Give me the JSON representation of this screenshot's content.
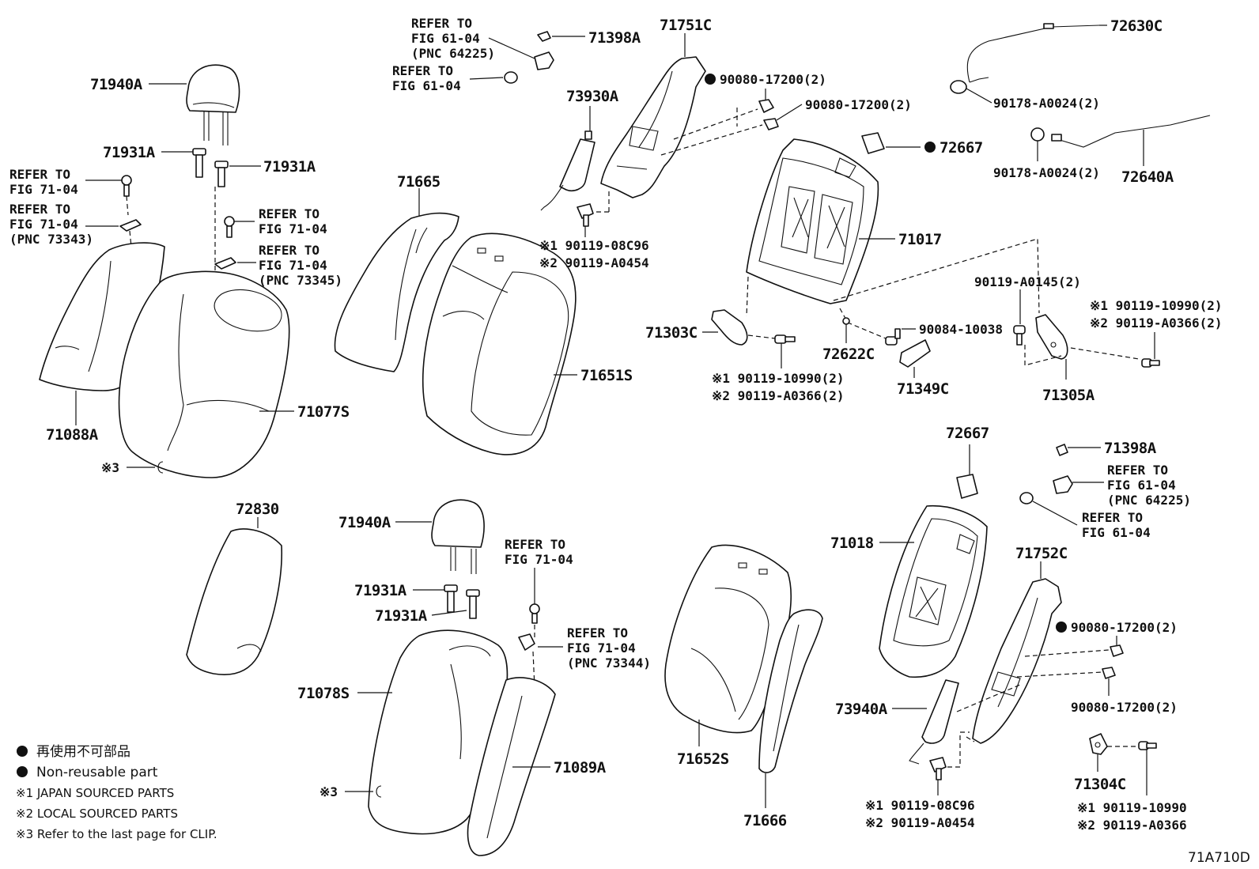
{
  "labels": {
    "p71940A_top": "71940A",
    "p71931A_l": "71931A",
    "p71931A_r": "71931A",
    "ref_7104_a1": "REFER TO",
    "ref_7104_a2": "FIG 71-04",
    "ref_73343_1": "REFER TO",
    "ref_73343_2": "FIG 71-04",
    "ref_73343_3": "(PNC 73343)",
    "ref_7104_b1": "REFER TO",
    "ref_7104_b2": "FIG 71-04",
    "ref_73345_1": "REFER TO",
    "ref_73345_2": "FIG 71-04",
    "ref_73345_3": "(PNC 73345)",
    "p71088A": "71088A",
    "p71077S": "71077S",
    "clip_top": "※3",
    "p71665": "71665",
    "p71651S": "71651S",
    "ref_64225_t1": "REFER TO",
    "ref_64225_t2": "FIG 61-04",
    "ref_64225_t3": "(PNC 64225)",
    "ref_6104_t1": "REFER TO",
    "ref_6104_t2": "FIG 61-04",
    "p71398A_top": "71398A",
    "p71751C": "71751C",
    "p73930A": "73930A",
    "p90080_a": "90080-17200(2)",
    "p90080_b": "90080-17200(2)",
    "p90119_08C96_top": "※1 90119-08C96",
    "p90119_A0454_top": "※2 90119-A0454",
    "p72630C": "72630C",
    "p90178_a": "90178-A0024(2)",
    "p90178_b": "90178-A0024(2)",
    "p72640A": "72640A",
    "p72667_top": "72667",
    "p71017": "71017",
    "p71303C": "71303C",
    "p90119_10990_mid": "※1 90119-10990(2)",
    "p90119_A0366_mid": "※2 90119-A0366(2)",
    "p72622C": "72622C",
    "p90084": "90084-10038",
    "p71349C": "71349C",
    "p90119_A0145": "90119-A0145(2)",
    "p90119_10990_right": "※1 90119-10990(2)",
    "p90119_A0366_right": "※2 90119-A0366(2)",
    "p71305A": "71305A",
    "p72830": "72830",
    "p71940A_bot": "71940A",
    "p71931A_b1": "71931A",
    "p71931A_b2": "71931A",
    "ref_7104_c1": "REFER TO",
    "ref_7104_c2": "FIG 71-04",
    "ref_73344_1": "REFER TO",
    "ref_73344_2": "FIG 71-04",
    "ref_73344_3": "(PNC 73344)",
    "p71078S": "71078S",
    "p71089A": "71089A",
    "clip_bot": "※3",
    "p71652S": "71652S",
    "p71666": "71666",
    "p72667_bot": "72667",
    "p71018": "71018",
    "p71398A_bot": "71398A",
    "ref_64225_b1": "REFER TO",
    "ref_64225_b2": "FIG 61-04",
    "ref_64225_b3": "(PNC 64225)",
    "ref_6104_b1": "REFER TO",
    "ref_6104_b2": "FIG 61-04",
    "p71752C": "71752C",
    "p90080_c": "90080-17200(2)",
    "p90080_d": "90080-17200(2)",
    "p73940A": "73940A",
    "p90119_08C96_bot": "※1 90119-08C96",
    "p90119_A0454_bot": "※2 90119-A0454",
    "p71304C": "71304C",
    "p90119_10990_bot": "※1 90119-10990",
    "p90119_A0366_bot": "※2 90119-A0366",
    "figure_code": "71A710D"
  },
  "legend": {
    "jp_nonreusable": "再使用不可部品",
    "nonreusable": "Non-reusable part",
    "note1": "※1  JAPAN SOURCED PARTS",
    "note2": "※2  LOCAL SOURCED PARTS",
    "note3": "※3  Refer to the last page for CLIP."
  }
}
